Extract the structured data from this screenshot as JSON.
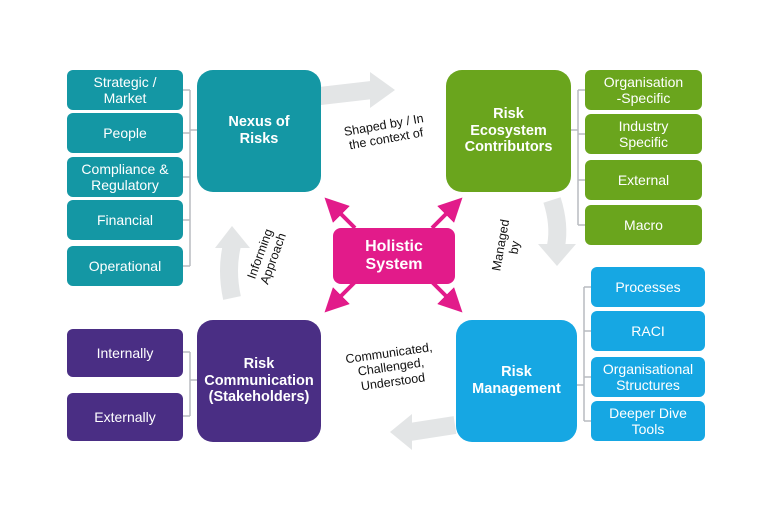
{
  "center": {
    "label": "Holistic\nSystem"
  },
  "quadrants": {
    "nexus": {
      "title": "Nexus of\nRisks",
      "items": [
        "Strategic /\nMarket",
        "People",
        "Compliance &\nRegulatory",
        "Financial",
        "Operational"
      ]
    },
    "ecosystem": {
      "title": "Risk\nEcosystem\nContributors",
      "items": [
        "Organisation\n-Specific",
        "Industry\nSpecific",
        "External",
        "Macro"
      ]
    },
    "management": {
      "title": "Risk\nManagement",
      "items": [
        "Processes",
        "RACI",
        "Organisational\nStructures",
        "Deeper Dive\nTools"
      ]
    },
    "communication": {
      "title": "Risk\nCommunication\n(Stakeholders)",
      "items": [
        "Internally",
        "Externally"
      ]
    }
  },
  "cycle_labels": {
    "top": "Shaped by / In\nthe context of",
    "right": "Managed\nby",
    "bottom": "Communicated,\nChallenged,\nUnderstood",
    "left": "Informing\nApproach"
  },
  "colors": {
    "teal": "#1497a4",
    "green": "#6aa51d",
    "blue": "#16a7e3",
    "purple": "#4a2e84",
    "magenta": "#e21b8a",
    "cycle": "#e3e5e6",
    "connector": "#b9bcc0"
  }
}
